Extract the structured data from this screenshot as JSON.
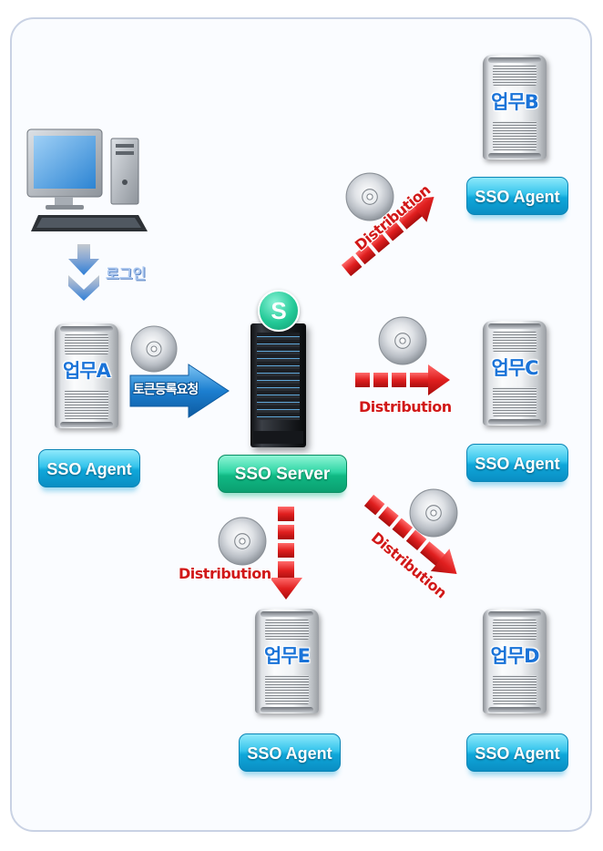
{
  "diagram": {
    "login_label": "로그인",
    "token_label": "토큰등록요청",
    "server_label": "SSO Server",
    "server_badge": "S",
    "distribution_label": "Distribution",
    "agent_label": "SSO Agent",
    "tasks": {
      "a": "업무A",
      "b": "업무B",
      "c": "업무C",
      "d": "업무D",
      "e": "업무E"
    }
  },
  "colors": {
    "agent_pill": "#17b3e3",
    "server_pill": "#1fc896",
    "distribution_arrow": "#d81e1e",
    "task_text": "#1a73d8",
    "token_arrow": "#1c7fd0"
  }
}
